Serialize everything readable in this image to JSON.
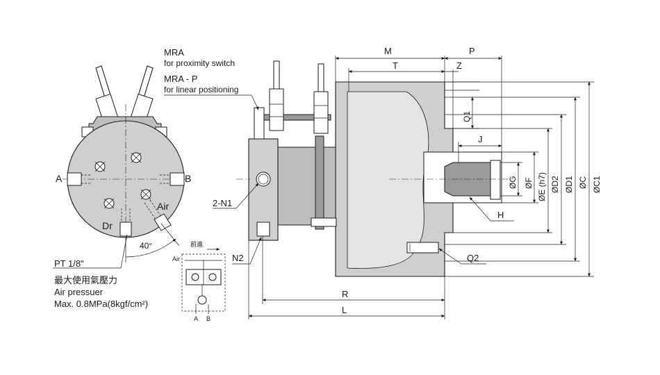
{
  "callouts": {
    "mra_title": "MRA",
    "mra_desc": "for proximity switch",
    "mrap_title": "MRA - P",
    "mrap_desc": "for linear positioning",
    "n1": "2-N1",
    "n2": "N2",
    "h": "H",
    "q2": "Q2"
  },
  "front_view": {
    "port_a": "A",
    "port_b": "B",
    "port_air": "Air",
    "port_dr": "Dr",
    "angle": "40°"
  },
  "notes": {
    "thread": "PT 1/8\"",
    "pressure_zh": "最大使用氣壓力",
    "pressure_en": "Air pressuer",
    "pressure_max": "Max. 0.8MPa(8kgf/cm²)"
  },
  "schematic": {
    "forward": "前進",
    "air": "Air",
    "a": "A",
    "b": "B"
  },
  "dimensions": {
    "m": "M",
    "p": "P",
    "t": "T",
    "z": "Z",
    "q1": "Q1",
    "j": "J",
    "g": "ØG",
    "f": "ØF",
    "e": "ØE (h7)",
    "d2": "ØD2",
    "d1": "ØD1",
    "c": "ØC",
    "c1": "ØC1",
    "r": "R",
    "l": "L"
  }
}
